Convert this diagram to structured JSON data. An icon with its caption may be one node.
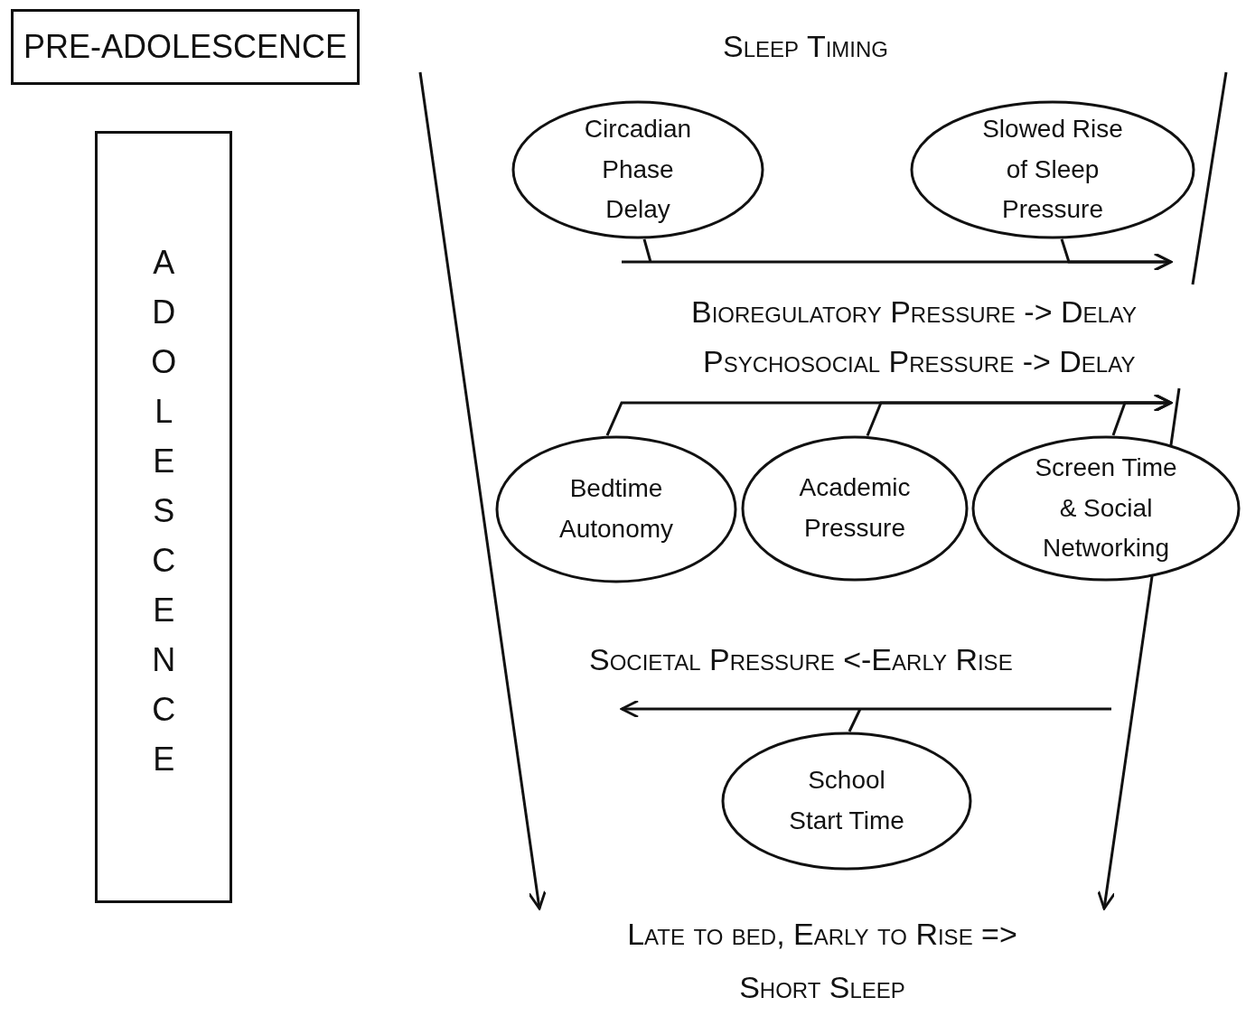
{
  "diagram": {
    "nodes": [
      {
        "text": [
          "PRE-ADOLESCENCE"
        ]
      },
      {
        "text": [
          "ADOLESCENCE"
        ]
      },
      {
        "text": [
          "Circadian Phase Delay"
        ]
      },
      {
        "text": [
          "Slowed Rise of Sleep Pressure"
        ]
      },
      {
        "text": [
          "Bedtime Autonomy"
        ]
      },
      {
        "text": [
          "Academic Pressure"
        ]
      },
      {
        "text": [
          "Screen Time & Social Networking"
        ]
      },
      {
        "text": [
          "School Start Time"
        ]
      },
      {
        "text": [
          "Late to bed, Early to Rise => Short Sleep"
        ]
      }
    ],
    "edges": [
      {
        "from": 2,
        "to": null,
        "arrow": "to"
      },
      {
        "from": 3,
        "to": null,
        "arrow": "to"
      },
      {
        "from": 4,
        "to": null,
        "arrow": "to"
      },
      {
        "from": 5,
        "to": null,
        "arrow": "to"
      },
      {
        "from": 6,
        "to": null,
        "arrow": "to"
      },
      {
        "from": 7,
        "to": null,
        "arrow": "to"
      },
      {
        "from": null,
        "to": 8,
        "arrow": "to"
      },
      {
        "from": null,
        "to": 8,
        "arrow": "to"
      }
    ],
    "labels": [
      "Sleep Timing",
      "Bioregulatory Pressure -> Delay",
      "Psychosocial Pressure -> Delay",
      "Societal Pressure <-Early Rise"
    ]
  }
}
